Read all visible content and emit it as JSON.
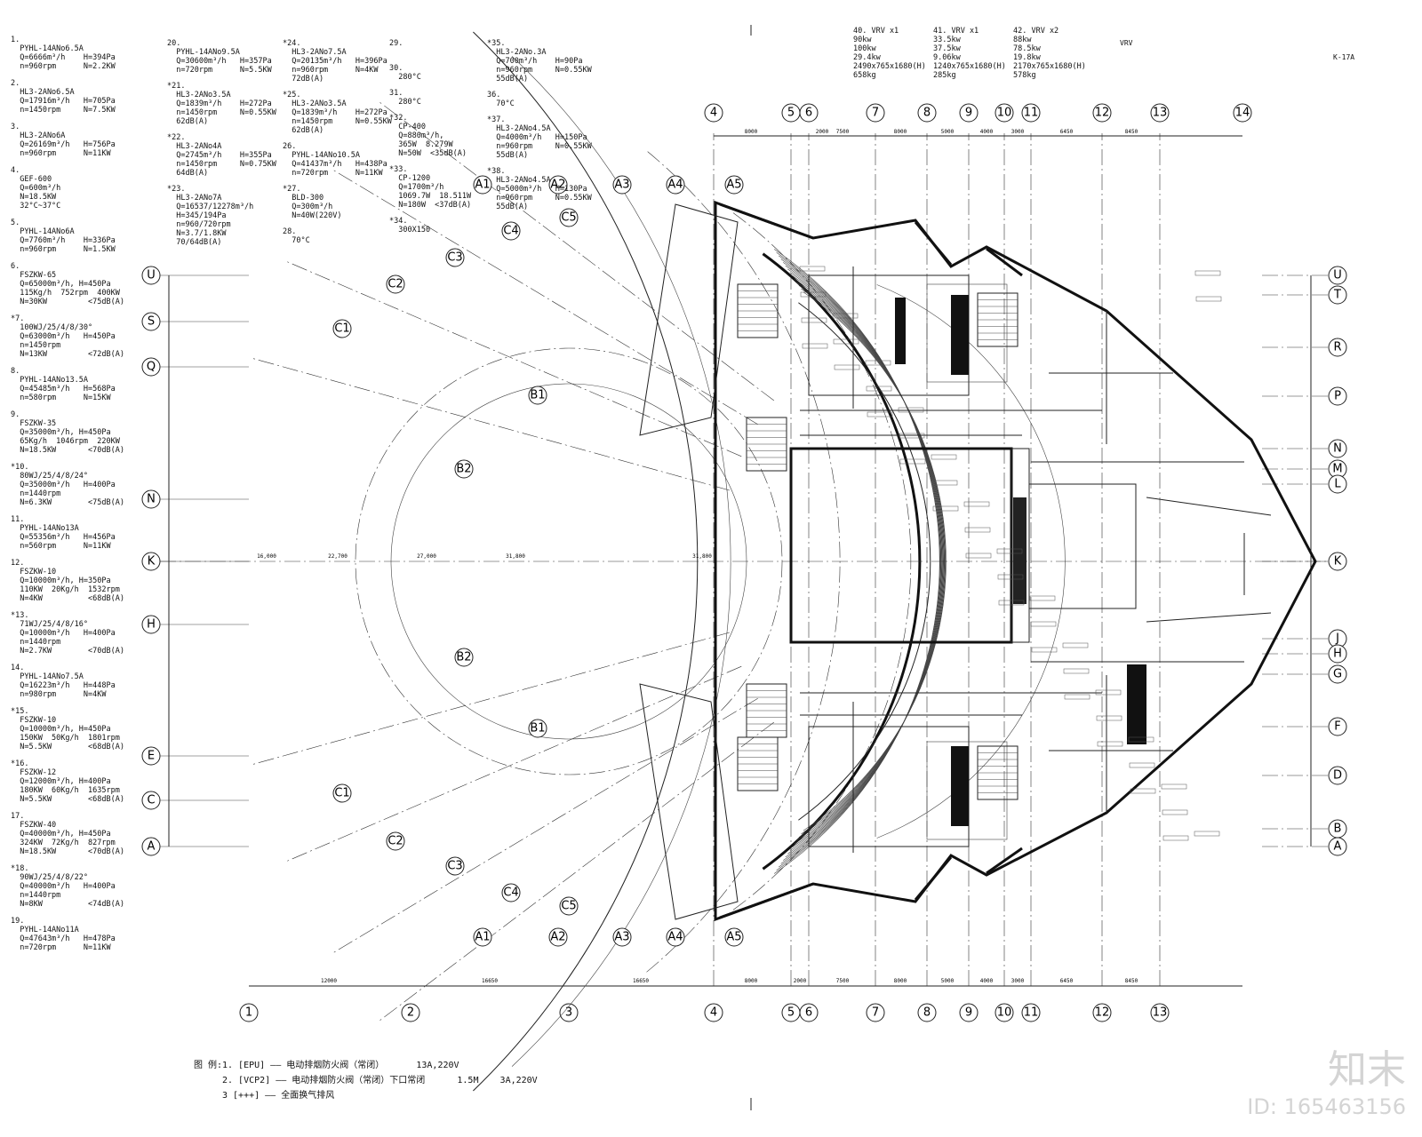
{
  "equipment_left": [
    {
      "id": "1",
      "lines": [
        "PYHL-14ANo6.5A",
        "Q=6666m³/h    H=394Pa",
        "n=960rpm      N=2.2KW"
      ]
    },
    {
      "id": "2",
      "lines": [
        "HL3-2ANo6.5A",
        "Q=17916m³/h   H=705Pa",
        "n=1450rpm     N=7.5KW"
      ]
    },
    {
      "id": "3",
      "lines": [
        "HL3-2ANo6A",
        "Q=26169m³/h   H=756Pa",
        "n=960rpm      N=11KW"
      ]
    },
    {
      "id": "4",
      "lines": [
        "GEF-600",
        "Q=600m³/h",
        "N=18.5KW",
        "32°C~37°C"
      ]
    },
    {
      "id": "5",
      "lines": [
        "PYHL-14ANo6A",
        "Q=7760m³/h    H=336Pa",
        "n=960rpm      N=1.5KW"
      ]
    },
    {
      "id": "6",
      "lines": [
        "FSZKW-65",
        "Q=65000m³/h, H=450Pa",
        "115Kg/h  752rpm  400KW",
        "N=30KW         <75dB(A)"
      ]
    },
    {
      "id": "*7",
      "lines": [
        "100WJ/25/4/8/30°",
        "Q=63000m³/h   H=450Pa",
        "n=1450rpm",
        "N=13KW         <72dB(A)"
      ]
    },
    {
      "id": "8",
      "lines": [
        "PYHL-14ANo13.5A",
        "Q=45485m³/h   H=568Pa",
        "n=580rpm      N=15KW"
      ]
    },
    {
      "id": "9",
      "lines": [
        "FSZKW-35",
        "Q=35000m³/h, H=450Pa",
        "65Kg/h  1046rpm  220KW",
        "N=18.5KW       <70dB(A)"
      ]
    },
    {
      "id": "*10",
      "lines": [
        "80WJ/25/4/8/24°",
        "Q=35000m³/h   H=400Pa",
        "n=1440rpm",
        "N=6.3KW        <75dB(A)"
      ]
    },
    {
      "id": "11",
      "lines": [
        "PYHL-14ANo13A",
        "Q=55356m³/h   H=456Pa",
        "n=560rpm      N=11KW"
      ]
    },
    {
      "id": "12",
      "lines": [
        "FSZKW-10",
        "Q=10000m³/h, H=350Pa",
        "110KW  20Kg/h  1532rpm",
        "N=4KW          <68dB(A)"
      ]
    },
    {
      "id": "*13",
      "lines": [
        "71WJ/25/4/8/16°",
        "Q=10000m³/h   H=400Pa",
        "n=1440rpm",
        "N=2.7KW        <70dB(A)"
      ]
    },
    {
      "id": "14",
      "lines": [
        "PYHL-14ANo7.5A",
        "Q=16223m³/h   H=448Pa",
        "n=980rpm      N=4KW"
      ]
    },
    {
      "id": "*15",
      "lines": [
        "FSZKW-10",
        "Q=10000m³/h, H=450Pa",
        "150KW  50Kg/h  1801rpm",
        "N=5.5KW        <68dB(A)"
      ]
    },
    {
      "id": "*16",
      "lines": [
        "FSZKW-12",
        "Q=12000m³/h, H=400Pa",
        "180KW  60Kg/h  1635rpm",
        "N=5.5KW        <68dB(A)"
      ]
    },
    {
      "id": "17",
      "lines": [
        "FSZKW-40",
        "Q=40000m³/h, H=450Pa",
        "324KW  72Kg/h  827rpm",
        "N=18.5KW       <70dB(A)"
      ]
    },
    {
      "id": "*18",
      "lines": [
        "90WJ/25/4/8/22°",
        "Q=40000m³/h   H=400Pa",
        "n=1440rpm",
        "N=8KW          <74dB(A)"
      ]
    },
    {
      "id": "19",
      "lines": [
        "PYHL-14ANo11A",
        "Q=47643m³/h   H=478Pa",
        "n=720rpm      N=11KW"
      ]
    }
  ],
  "equipment_top": [
    {
      "id": "20",
      "lines": [
        "PYHL-14ANo9.5A",
        "Q=30600m³/h   H=357Pa",
        "n=720rpm      N=5.5KW"
      ]
    },
    {
      "id": "*21",
      "lines": [
        "HL3-2ANo3.5A",
        "Q=1839m³/h    H=272Pa",
        "n=1450rpm     N=0.55KW",
        "62dB(A)"
      ]
    },
    {
      "id": "*22",
      "lines": [
        "HL3-2ANo4A",
        "Q=2745m³/h    H=355Pa",
        "n=1450rpm     N=0.75KW",
        "64dB(A)"
      ]
    },
    {
      "id": "*23",
      "lines": [
        "HL3-2ANo7A",
        "Q=16537/12278m³/h",
        "H=345/194Pa",
        "n=960/720rpm",
        "N=3.7/1.8KW",
        "70/64dB(A)"
      ]
    },
    {
      "id": "*24",
      "lines": [
        "HL3-2ANo7.5A",
        "Q=20135m³/h   H=396Pa",
        "n=960rpm      N=4KW",
        "72dB(A)"
      ]
    },
    {
      "id": "*25",
      "lines": [
        "HL3-2ANo3.5A",
        "Q=1839m³/h    H=272Pa",
        "n=1450rpm     N=0.55KW",
        "62dB(A)"
      ]
    },
    {
      "id": "26",
      "lines": [
        "PYHL-14ANo10.5A",
        "Q=41437m³/h   H=438Pa",
        "n=720rpm      N=11KW"
      ]
    },
    {
      "id": "*27",
      "lines": [
        "BLD-300",
        "Q=300m³/h",
        "N=40W(220V)"
      ]
    },
    {
      "id": "28",
      "lines": [
        "70°C"
      ]
    },
    {
      "id": "29",
      "lines": [
        ""
      ]
    },
    {
      "id": "30",
      "lines": [
        "280°C"
      ]
    },
    {
      "id": "31",
      "lines": [
        "280°C"
      ]
    },
    {
      "id": "*32",
      "lines": [
        "CP-400",
        "Q=880m³/h,",
        "365W  8.279W",
        "N=50W  <35dB(A)"
      ]
    },
    {
      "id": "*33",
      "lines": [
        "CP-1200",
        "Q=1700m³/h",
        "1069.7W  18.511W",
        "N=180W  <37dB(A)"
      ]
    },
    {
      "id": "*34",
      "lines": [
        "300X150"
      ]
    },
    {
      "id": "*35",
      "lines": [
        "HL3-2ANo.3A",
        "Q=700m³/h    H=90Pa",
        "n=960rpm     N=0.55KW",
        "55dB(A)"
      ]
    },
    {
      "id": "36",
      "lines": [
        "70°C"
      ]
    },
    {
      "id": "*37",
      "lines": [
        "HL3-2ANo4.5A",
        "Q=4000m³/h   H=150Pa",
        "n=960rpm     N=0.55KW",
        "55dB(A)"
      ]
    },
    {
      "id": "*38",
      "lines": [
        "HL3-2ANo4.5A",
        "Q=5000m³/h   H=130Pa",
        "n=960rpm     N=0.55KW",
        "55dB(A)"
      ]
    }
  ],
  "vrv": [
    {
      "id": "40",
      "title": "VRV",
      "qty": "1",
      "lines": [
        "90kw",
        "100kw",
        "29.4kw",
        "2490x765x1680(H)",
        "658kg"
      ]
    },
    {
      "id": "41",
      "title": "VRV",
      "qty": "1",
      "lines": [
        "33.5kw",
        "37.5kw",
        "9.06kw",
        "1240x765x1680(H)",
        "285kg"
      ]
    },
    {
      "id": "42",
      "title": "VRV",
      "qty": "2",
      "lines": [
        "88kw",
        "78.5kw",
        "19.8kw",
        "2170x765x1680(H)",
        "578kg"
      ]
    }
  ],
  "top_right_note": "K-17A",
  "vrv_note": "VRV",
  "grid_bottom": [
    "1",
    "2",
    "3",
    "4",
    "5",
    "6",
    "7",
    "8",
    "9",
    "10",
    "11",
    "12",
    "13"
  ],
  "grid_top": [
    "4",
    "5",
    "6",
    "7",
    "8",
    "9",
    "10",
    "11",
    "12",
    "13",
    "14"
  ],
  "grid_left": [
    "U",
    "S",
    "Q",
    "N",
    "K",
    "H",
    "E",
    "C",
    "A"
  ],
  "grid_right": [
    "U",
    "T",
    "R",
    "P",
    "N",
    "M",
    "L",
    "K",
    "J",
    "H",
    "G",
    "F",
    "D",
    "B",
    "A"
  ],
  "grid_arc_top": [
    "A1",
    "A2",
    "A3",
    "A4",
    "A5"
  ],
  "grid_arc_bottom": [
    "A1",
    "A2",
    "A3",
    "A4",
    "A5"
  ],
  "dims_top": [
    "8000",
    "2000",
    "7500",
    "8000",
    "5000",
    "4000",
    "3000",
    "6450",
    "8450"
  ],
  "dims_bottom": [
    "12000",
    "16650",
    "16650",
    "8000",
    "2000",
    "7500",
    "8000",
    "5000",
    "4000",
    "3000",
    "6450",
    "8450"
  ],
  "dims_radial": [
    "16,000",
    "22,700",
    "27,000",
    "31,800",
    "31,800"
  ],
  "legend": {
    "label": "图 例:",
    "items": [
      {
        "num": "1.",
        "code": "EPU",
        "text": "电动排烟防火阀（常闭）",
        "extra": "13A,220V"
      },
      {
        "num": "2.",
        "code": "VCP2",
        "text": "电动排烟防火阀（常闭）下口常闭",
        "extra": "1.5M    3A,220V"
      },
      {
        "num": "3",
        "code": "+++",
        "text": "全面换气排风",
        "extra": ""
      }
    ]
  },
  "watermark": {
    "logo": "知末",
    "id": "ID: 165463156"
  }
}
